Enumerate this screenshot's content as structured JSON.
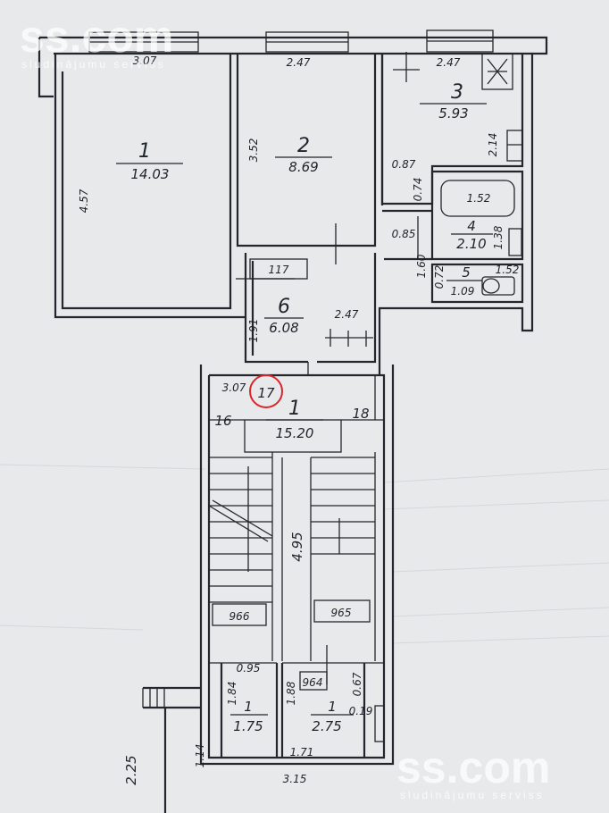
{
  "watermark": {
    "brand": "ss.com",
    "tagline": "sludinājumu serviss"
  },
  "rooms": [
    {
      "id": "1",
      "number": "1",
      "area": "14.03"
    },
    {
      "id": "2",
      "number": "2",
      "area": "8.69"
    },
    {
      "id": "3",
      "number": "3",
      "area": "5.93"
    },
    {
      "id": "4",
      "number": "4",
      "area": "2.10"
    },
    {
      "id": "5",
      "number": "5",
      "area": "1.09"
    },
    {
      "id": "6",
      "number": "6",
      "area": "6.08"
    },
    {
      "id": "stair",
      "number": "1",
      "area": "15.20"
    },
    {
      "id": "small-left",
      "number": "1",
      "area": "1.75"
    },
    {
      "id": "small-right",
      "number": "1",
      "area": "2.75"
    }
  ],
  "dimensions": {
    "room1_top": "3.07",
    "room1_side": "4.57",
    "room2_top": "2.47",
    "room2_side": "3.52",
    "room3_top": "2.47",
    "room3_side": "2.14",
    "corridor_087": "0.87",
    "corridor_074": "0.74",
    "bath_top": "1.52",
    "bath_side": "1.38",
    "bath_085": "0.85",
    "hall_160": "1.60",
    "wc_072": "0.72",
    "wc_top": "1.52",
    "hall6_side": "1.91",
    "hall6_top": "2.47",
    "stair_top": "3.07",
    "stair_side": "4.95",
    "small_095": "0.95",
    "small_184": "1.84",
    "small_114": "1.14",
    "small_188": "1.88",
    "small_067": "0.67",
    "small_019": "0.19",
    "small_171": "1.71",
    "bottom_315": "3.15",
    "bottom_225": "2.25"
  },
  "labels": {
    "apt_number": "17",
    "neighbor_left": "16",
    "neighbor_right": "18",
    "door_code_1": "117",
    "door_code_2": "966",
    "door_code_3": "965",
    "door_code_4": "964"
  },
  "colors": {
    "paper": "#e8e9eb",
    "ink": "#23262d",
    "apt_circle": "#d9262b"
  }
}
